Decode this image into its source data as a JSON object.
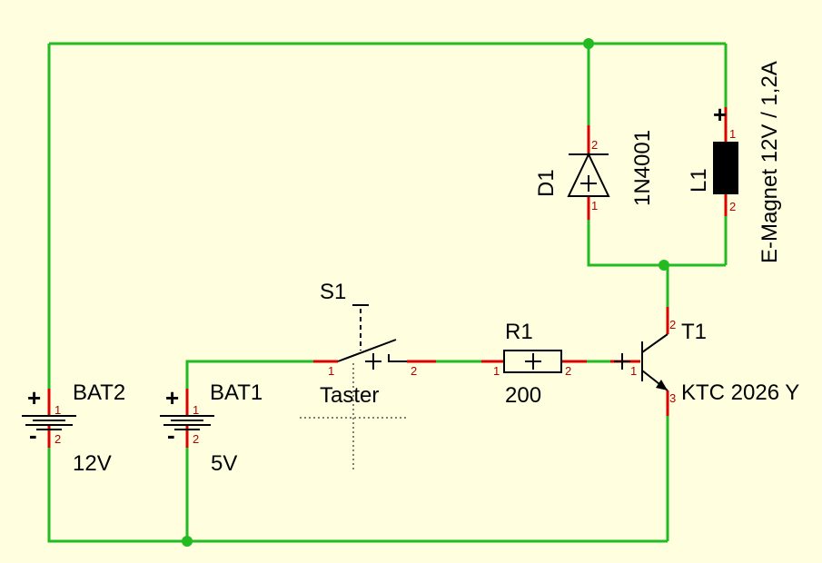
{
  "components": {
    "bat2": {
      "ref": "BAT2",
      "value": "12V",
      "plus": "+",
      "minus": "-",
      "pin1": "1",
      "pin2": "2"
    },
    "bat1": {
      "ref": "BAT1",
      "value": "5V",
      "plus": "+",
      "minus": "-",
      "pin1": "1",
      "pin2": "2"
    },
    "s1": {
      "ref": "S1",
      "value": "Taster",
      "pin1": "1",
      "pin2": "2"
    },
    "r1": {
      "ref": "R1",
      "value": "200",
      "pin1": "1",
      "pin2": "2"
    },
    "t1": {
      "ref": "T1",
      "value": "KTC 2026 Y",
      "pin1": "1",
      "pin2": "2",
      "pin3": "3"
    },
    "d1": {
      "ref": "D1",
      "value": "1N4001",
      "pin1": "1",
      "pin2": "2"
    },
    "l1": {
      "ref": "L1",
      "value": "E-Magnet 12V / 1,2A",
      "plus": "+",
      "pin1": "1",
      "pin2": "2"
    }
  },
  "colors": {
    "background": "#ffffe0",
    "wire": "#22bb22",
    "pin_lead": "#dd0000",
    "pin_number": "#b00000",
    "symbol": "#000000"
  }
}
